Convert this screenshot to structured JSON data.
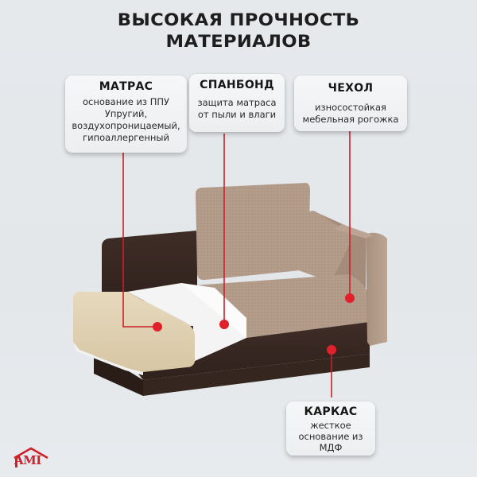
{
  "header": {
    "title_line1": "ВЫСОКАЯ ПРОЧНОСТЬ",
    "title_line2": "МАТЕРИАЛОВ"
  },
  "callouts": [
    {
      "id": "matras",
      "heading": "МАТРАС",
      "lines": [
        "основание из ППУ",
        "Упругий,",
        "воздухопроницаемый,",
        "гипоаллергенный"
      ]
    },
    {
      "id": "spanbond",
      "heading": "СПАНБОНД",
      "lines": [
        "защита матраса",
        "от пыли и влаги"
      ]
    },
    {
      "id": "chehol",
      "heading": "ЧЕХОЛ",
      "lines": [
        "износостойкая",
        "мебельная рогожка"
      ]
    },
    {
      "id": "karkas",
      "heading": "КАРКАС",
      "lines": [
        "жесткое",
        "основание из",
        "МДФ"
      ]
    }
  ],
  "logo": {
    "text": "AMI",
    "icon": "house-roof-icon"
  },
  "colors": {
    "accent_red": "#d8202a",
    "background": "#e5e8eb",
    "fabric": "#b29a89",
    "wood_dark": "#3d2b25",
    "foam": "#e0d2b4",
    "spanbond": "#f6f6f6"
  }
}
